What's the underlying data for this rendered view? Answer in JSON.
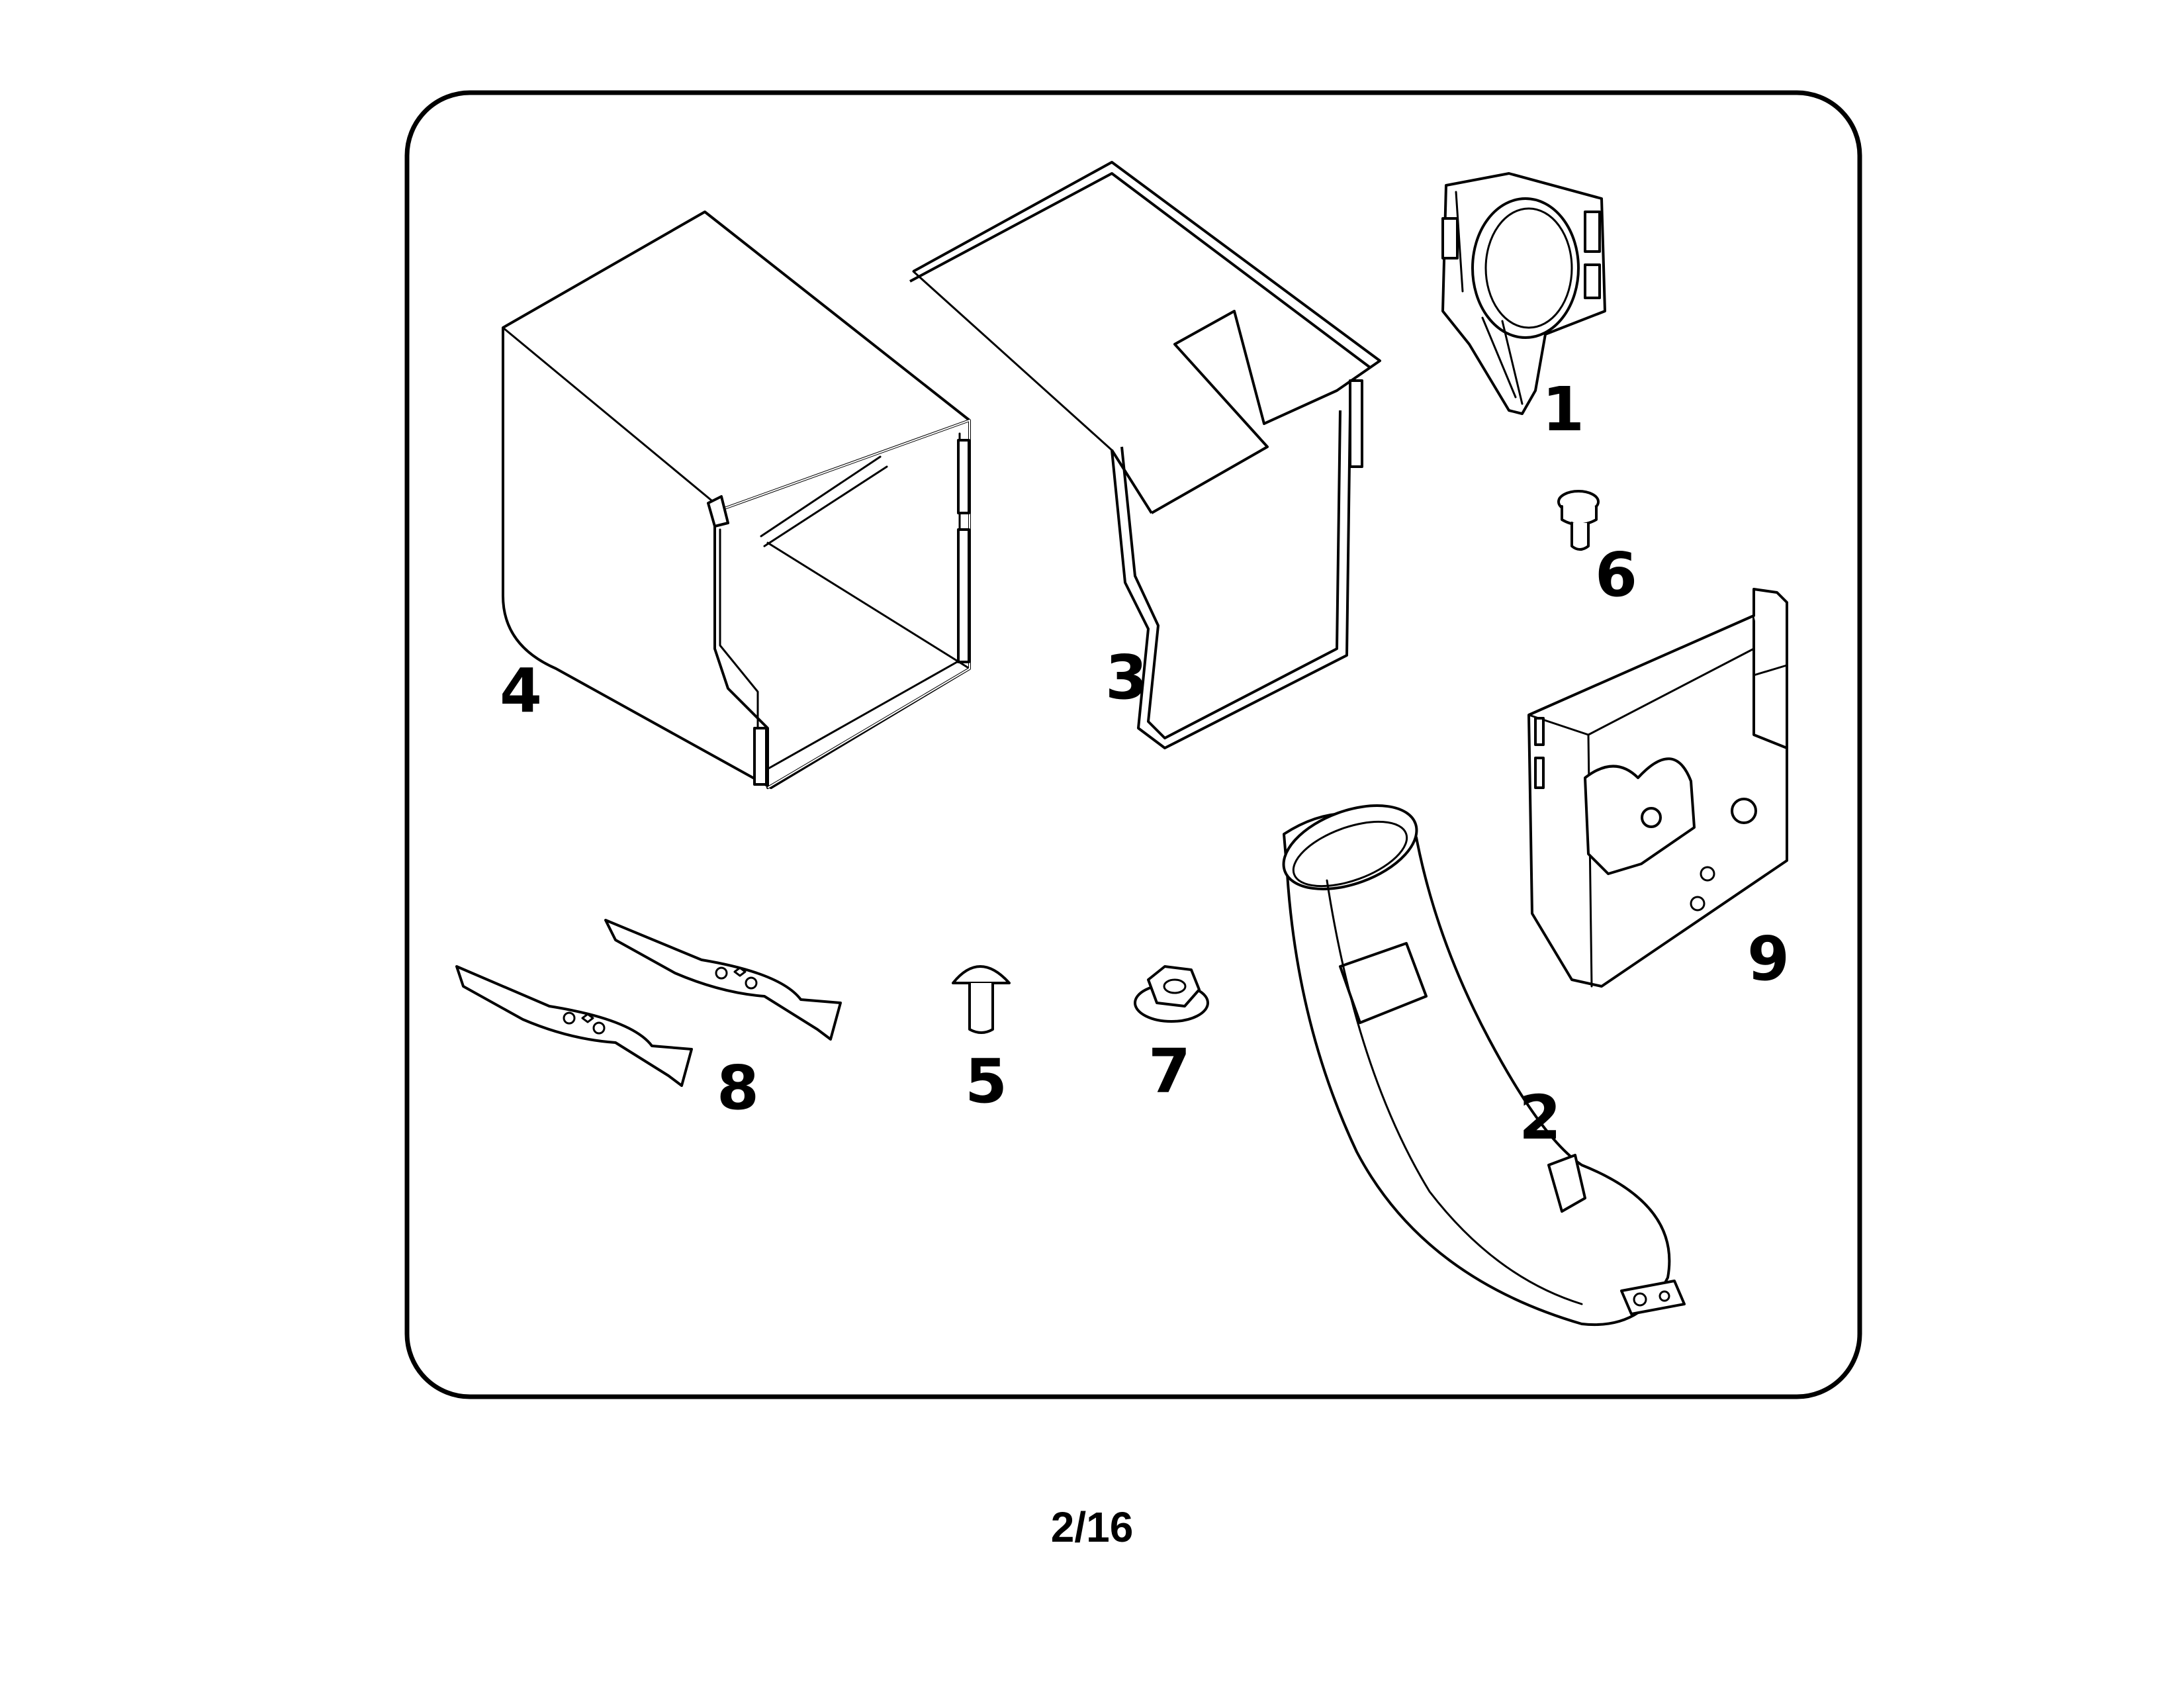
{
  "callouts": {
    "part1": "1",
    "part2": "2",
    "part3": "3",
    "part4": "4",
    "part5": "5",
    "part6": "6",
    "part7": "7",
    "part8": "8",
    "part9": "9"
  },
  "page_number": "2/16",
  "colors": {
    "line": "#000000",
    "background": "#ffffff"
  }
}
